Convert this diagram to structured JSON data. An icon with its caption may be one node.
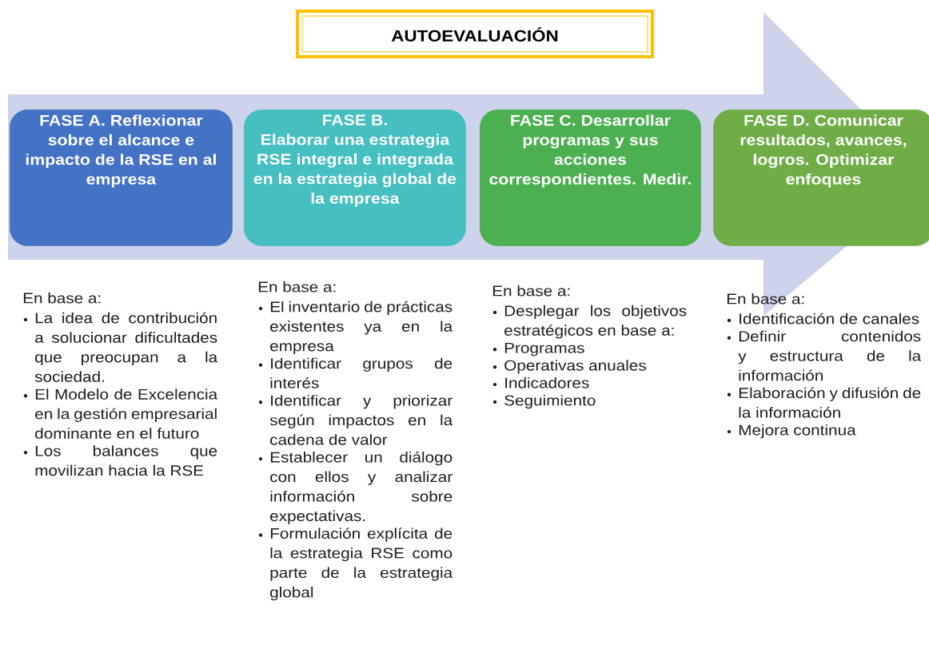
{
  "diagram": {
    "title": "AUTOEVALUACIÓN",
    "nodes": [
      {
        "text": [
          "FASE A. Reflexionar sobre el alcance e impacto de la RSE en al empresa"
        ],
        "beside": [
          "En base a:",
          "La idea de contribución a solucionar dificultades que preocupan a la sociedad.",
          "El Modelo de Excelencia en la gestión empresarial dominante en el futuro",
          "Los balances que movilizan hacia la RSE"
        ]
      },
      {
        "text": [
          "FASE B.",
          "Elaborar una estrategia RSE integral e integrada en la estrategia global de la empresa"
        ],
        "beside": [
          "En base a:",
          "El inventario de prácticas existentes ya en la empresa",
          "Identificar grupos de interés",
          "Identificar y priorizar según impactos en la cadena de valor",
          "Establecer un diálogo con ellos y analizar información sobre expectativas.",
          "Formulación explícita de la estrategia RSE como parte de la estrategia global"
        ]
      },
      {
        "text": [
          "FASE C. Desarrollar programas y sus acciones correspondientes. Medir."
        ],
        "beside": [
          "En base a:",
          "Desplegar los objetivos estratégicos en base a:",
          "Programas",
          "Operativas anuales",
          "Indicadores",
          "Seguimiento"
        ]
      },
      {
        "text": [
          "FASE D. Comunicar resultados, avances, logros. Optimizar enfoques"
        ],
        "beside": [
          "En base a:",
          "Identificación de canales",
          "Definir contenidos y estructura de la información",
          "Elaboración y difusión de la información",
          "Mejora continua"
        ]
      }
    ],
    "edges": [
      {
        "from": 0,
        "to": 3,
        "arrow": "to"
      }
    ]
  }
}
